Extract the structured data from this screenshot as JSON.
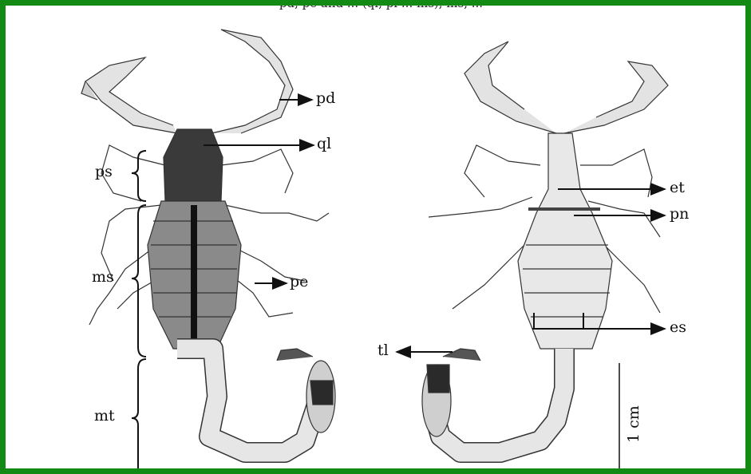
{
  "header_fragment": "pd, pe and ... (ql, pl ... ms), ms, ... ",
  "colors": {
    "frame": "#138a13",
    "ink": "#111111",
    "body_light": "#d9d9d9",
    "body_dark": "#2a2a2a"
  },
  "labels": {
    "pd": "pd",
    "ql": "ql",
    "ps": "ps",
    "ms": "ms",
    "pe": "pe",
    "mt": "mt",
    "et": "et",
    "pn": "pn",
    "es": "es",
    "tl": "tl"
  },
  "scale_bar": "1 cm"
}
